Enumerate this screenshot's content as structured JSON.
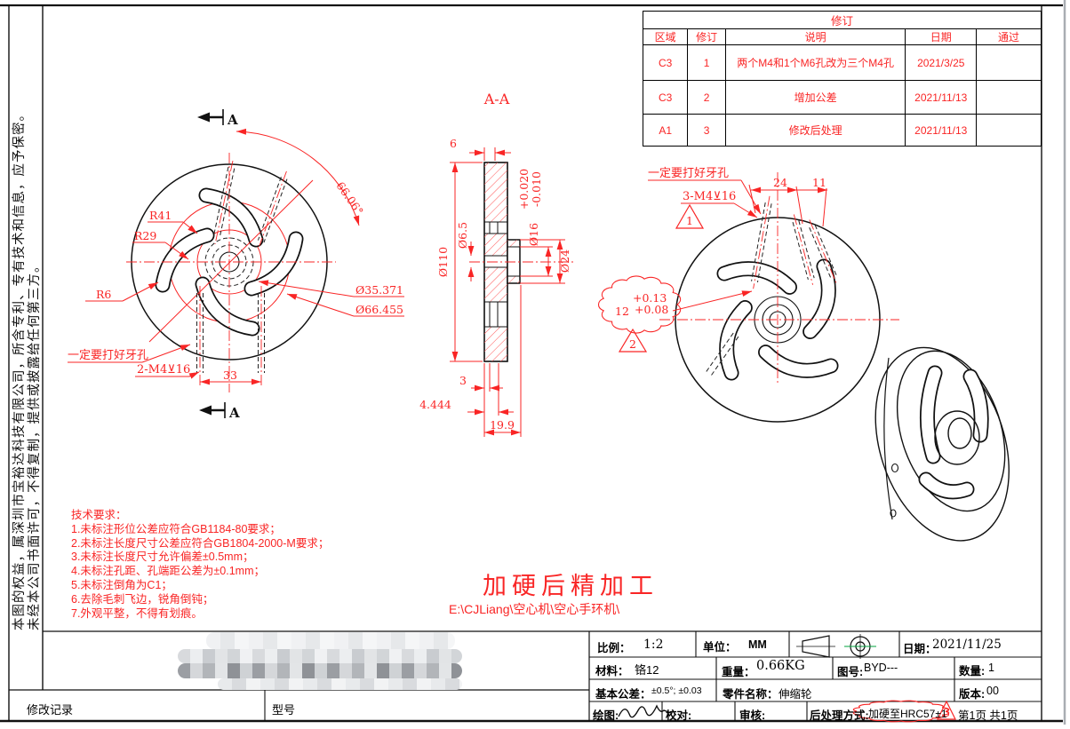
{
  "colors": {
    "red": "#f92525",
    "green": "#00a33e"
  },
  "frame": {
    "side_note_line1": "本图的权益，属深圳市宝裕达科技有限公司，所含专利、专有技术和信息，应予保密。",
    "side_note_line2": "未经本公司书面许可，不得复制，提供或披露给任何第三方。",
    "record_label": "修改记录",
    "model_label": "型号"
  },
  "revision_table": {
    "title": "修订",
    "col_zone": "区域",
    "col_rev": "修订",
    "col_desc": "说明",
    "col_date": "日期",
    "col_pass": "通过",
    "rows": [
      {
        "zone": "C3",
        "rev": "1",
        "desc": "两个M4和1个M6孔改为三个M4孔",
        "date": "2021/3/25",
        "pass": ""
      },
      {
        "zone": "C3",
        "rev": "2",
        "desc": "增加公差",
        "date": "2021/11/13",
        "pass": ""
      },
      {
        "zone": "A1",
        "rev": "3",
        "desc": "修改后处理",
        "date": "2021/11/13",
        "pass": ""
      }
    ]
  },
  "front_view": {
    "section_arrow_top": "A",
    "section_arrow_bottom": "A",
    "note": "一定要打好牙孔",
    "thread": "2-M4⊻16",
    "dim_r41": "R41",
    "dim_r29": "R29",
    "dim_r6": "R6",
    "dim_angle": "66.06°",
    "dim_d1": "Ø35.371",
    "dim_d2": "Ø66.455",
    "dim_33": "33"
  },
  "section_view": {
    "title": "A-A",
    "dim_6": "6",
    "dim_d110": "Ø110",
    "dim_d65": "Ø6.5",
    "dim_d16": "Ø16",
    "tol_up": "+0.020",
    "tol_dn": "-0.010",
    "dim_d24": "Ø24",
    "dim_3": "3",
    "dim_4444": "4.444",
    "dim_199": "19.9"
  },
  "right_view": {
    "note": "一定要打好牙孔",
    "thread": "3-M4⊻16",
    "dim_24": "24",
    "dim_11": "11",
    "dim_12": "12",
    "tol_up": "+0.13",
    "tol_dn": "+0.08",
    "marker_1": "1",
    "marker_2": "2"
  },
  "notes": {
    "tech_title": "技术要求：",
    "tech_items": [
      "1.未标注形位公差应符合GB1184-80要求；",
      "2.未标注长度尺寸公差应符合GB1804-2000-M要求；",
      "3.未标注长度尺寸允许偏差±0.5mm；",
      "4.未标注孔距、孔端距公差为±0.1mm；",
      "5.未标注倒角为C1；",
      "6.去除毛刺飞边，锐角倒钝；",
      "7.外观平整，不得有划痕。"
    ],
    "process_note": "加硬后精加工",
    "file_path": "E:\\CJLiang\\空心机\\空心手环机\\"
  },
  "title_block": {
    "scale_label": "比例：",
    "scale": "1:2",
    "unit_label": "单位：",
    "unit": "MM",
    "date_label": "日期：",
    "date": "2021/11/25",
    "material_label": "材料：",
    "material": "铬12",
    "weight_label": "重量：",
    "weight": "0.66KG",
    "drawing_no_label": "图号:",
    "drawing_no": "BYD---",
    "qty_label": "数量:",
    "qty": "1",
    "tol_label": "基本公差：",
    "tol": "±0.5°; ±0.03",
    "part_label": "零件名称：",
    "part": "伸缩轮",
    "version_label": "版本:",
    "version": "00",
    "draw_label": "绘图:",
    "check_label": "校对:",
    "audit_label": "审核:",
    "post_label": "后处理方式:",
    "post": "加硬至HRC57±1",
    "marker_3": "3",
    "page": "第1页  共1页"
  }
}
